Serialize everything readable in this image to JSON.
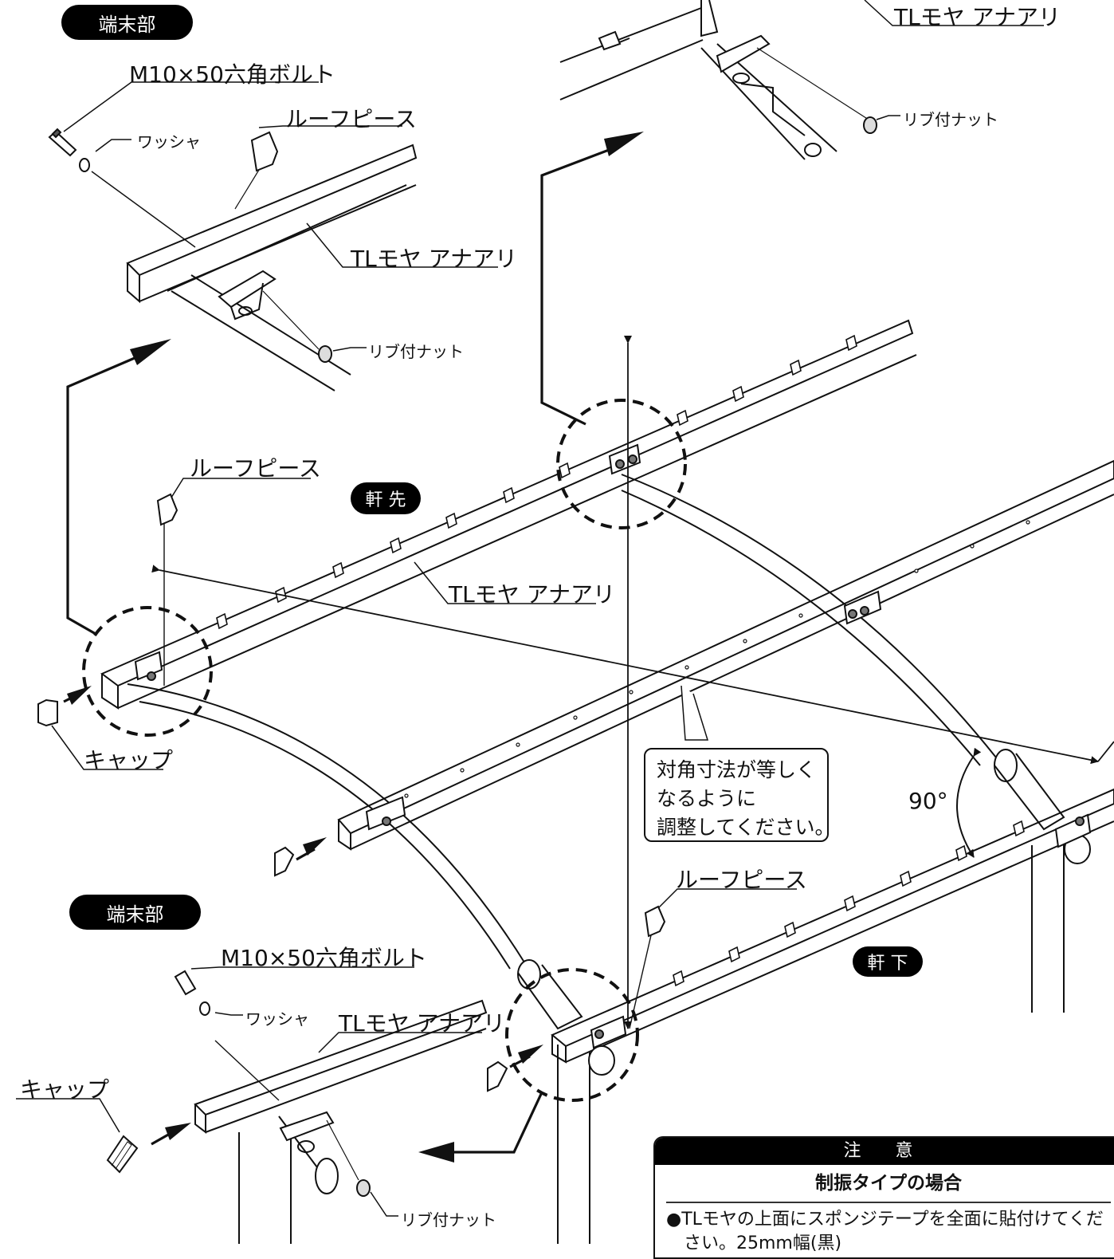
{
  "badges": {
    "terminal_top": "端末部",
    "terminal_bottom": "端末部",
    "eave_front": "軒 先",
    "eave_bottom": "軒 下"
  },
  "labels": {
    "bolt_top": "M10×50六角ボルト",
    "washer_top": "ワッシャ",
    "roofpiece_top": "ルーフピース",
    "tlmoya_top_left": "TLモヤ アナアリ",
    "nut_top_left": "リブ付ナット",
    "tlmoya_top_right": "TLモヤ アナアリ",
    "nut_top_right": "リブ付ナット",
    "roofpiece_mid": "ルーフピース",
    "tlmoya_mid": "TLモヤ アナアリ",
    "cap_left": "キャップ",
    "angle": "90°",
    "roofpiece_bottom": "ルーフピース",
    "bolt_bottom": "M10×50六角ボルト",
    "washer_bottom": "ワッシャ",
    "tlmoya_bottom": "TLモヤ アナアリ",
    "cap_bottom": "キャップ",
    "nut_bottom": "リブ付ナット"
  },
  "callout": {
    "line1": "対角寸法が等しく",
    "line2": "なるように",
    "line3": "調整してください。"
  },
  "note": {
    "header": "注 意",
    "subtitle": "制振タイプの場合",
    "line1": "●TLモヤの上面にスポンジテープを全面に貼付けてくだ",
    "line2": "さい。25mm幅(黒)"
  }
}
